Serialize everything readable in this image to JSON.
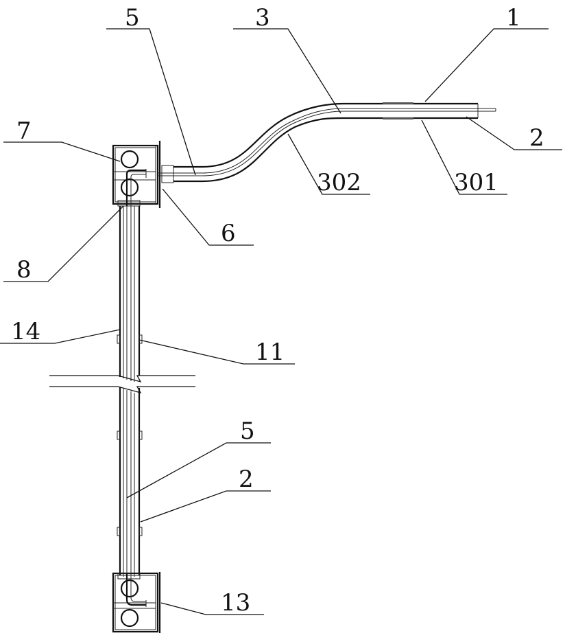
{
  "figure": {
    "labels": {
      "pipe_top": "5",
      "bend": "3",
      "outer_tube": "1",
      "rod_top": "2",
      "box_top": "7",
      "bend_curve": "302",
      "bend_straight": "301",
      "flange": "6",
      "connector": "8",
      "column": "14",
      "clip": "11",
      "pipe_bottom": "5",
      "rod_bottom": "2",
      "box_bottom": "13"
    }
  }
}
